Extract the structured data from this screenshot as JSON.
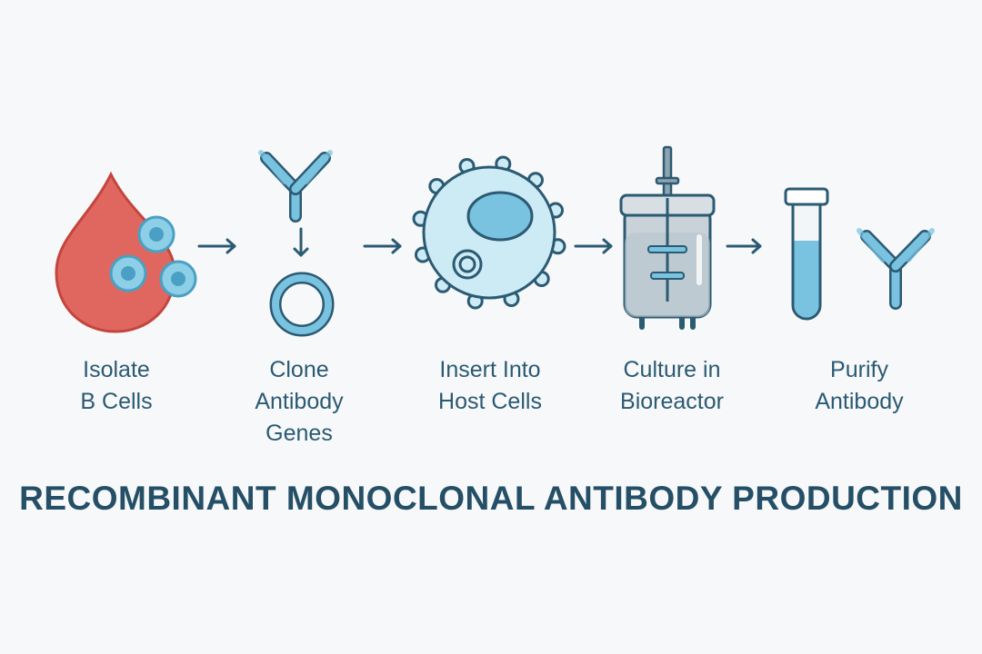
{
  "steps": [
    {
      "label": "Isolate\nB Cells",
      "icon": "blood-drop-with-b-cells-icon"
    },
    {
      "label": "Clone\nAntibody\nGenes",
      "icon": "antibody-to-plasmid-icon"
    },
    {
      "label": "Insert Into\nHost Cells",
      "icon": "host-cell-icon"
    },
    {
      "label": "Culture in\nBioreactor",
      "icon": "bioreactor-icon"
    },
    {
      "label": "Purify\nAntibody",
      "icon": "test-tube-and-antibody-icon"
    }
  ],
  "title": "RECOMBINANT MONOCLONAL ANTIBODY PRODUCTION",
  "colors": {
    "outline": "#2b5a73",
    "cell_fill": "#cdebf4",
    "blue_fill": "#79c3e0",
    "blood_red": "#e0675f",
    "blood_outline": "#c4453d",
    "steel": "#c9d2d8"
  }
}
